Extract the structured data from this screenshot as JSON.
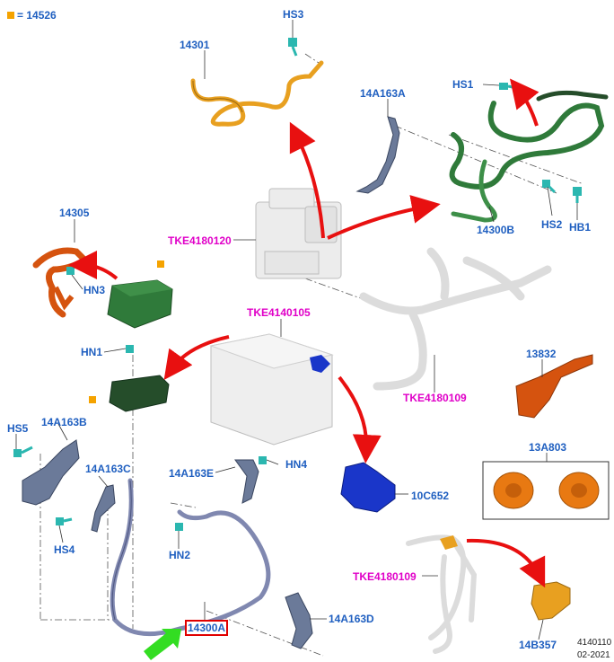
{
  "legend": {
    "marker_color": "#f5a300",
    "text": "= 14526"
  },
  "labels": {
    "hs3": "HS3",
    "p14301": "14301",
    "p14a163a": "14A163A",
    "hs1": "HS1",
    "hs2": "HS2",
    "hb1": "HB1",
    "p14300b": "14300B",
    "tke4180120": "TKE4180120",
    "p14305": "14305",
    "hn3": "HN3",
    "tke4140105": "TKE4140105",
    "hn1": "HN1",
    "tke4180109_top": "TKE4180109",
    "p13832": "13832",
    "hs5": "HS5",
    "p14a163b": "14A163B",
    "p14a163c": "14A163C",
    "p14a163e": "14A163E",
    "hn4": "HN4",
    "p13a803": "13A803",
    "p10c652": "10C652",
    "hs4": "HS4",
    "hn2": "HN2",
    "tke4180109_bottom": "TKE4180109",
    "p14300a": "14300A",
    "p14a163d": "14A163D",
    "p14b357": "14B357",
    "doc_id": "4140110",
    "doc_date": "02-2021"
  },
  "colors": {
    "label_blue": "#1f5fc0",
    "label_magenta": "#e000c8",
    "orange_part": "#e8a020",
    "dark_orange_part": "#d5530f",
    "green_part": "#2f7a3a",
    "dark_green_part": "#254d2a",
    "blue_part": "#1a36c9",
    "grey_part": "#6b7a99",
    "teal_fastener": "#2bb7b0",
    "red_arrow": "#e81010",
    "green_arrow": "#33dd22",
    "ghost": "#dcdcdc"
  },
  "icons": [
    "red-arrow-icon",
    "green-arrow-icon",
    "legend-square-icon",
    "fastener-icon"
  ]
}
